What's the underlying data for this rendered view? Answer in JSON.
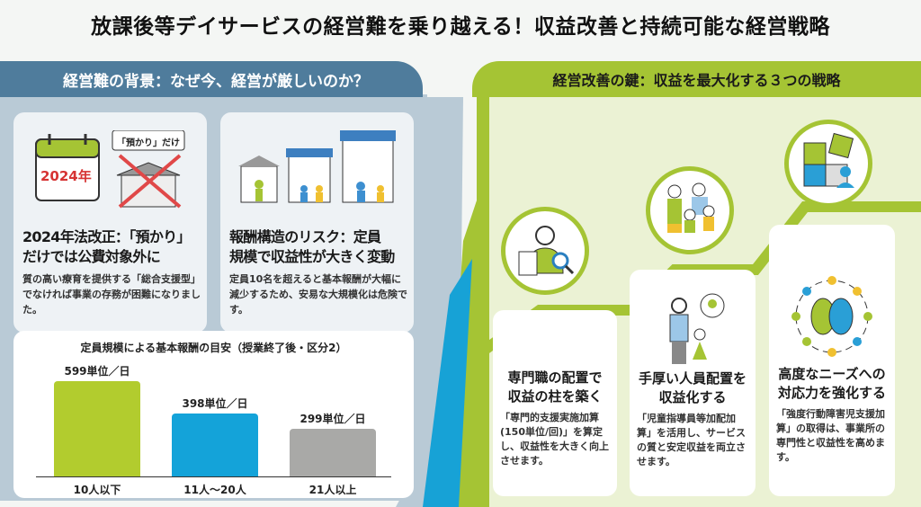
{
  "title": "放課後等デイサービスの経営難を乗り越える！収益改善と持続可能な経営戦略",
  "left": {
    "header": "経営難の背景：なぜ今、経営が厳しいのか？",
    "cards": [
      {
        "title1": "2024年法改正：「預かり」",
        "title2": "だけでは公費対象外に",
        "body": "質の高い療育を提供する「総合支援型」でなければ事業の存務が困難になりました。",
        "calendar_label": "2024年",
        "bubble": "「預かり」だけ"
      },
      {
        "title1": "報酬構造のリスク：定員",
        "title2": "規模で収益性が大きく変動",
        "body": "定員10名を超えると基本報酬が大幅に減少するため、安易な大規模化は危険です。"
      }
    ]
  },
  "chart_data": {
    "type": "bar",
    "title": "定員規模による基本報酬の目安（授業終了後・区分2）",
    "categories": [
      "10人以下",
      "11人〜20人",
      "21人以上"
    ],
    "values": [
      599,
      398,
      299
    ],
    "value_labels": [
      "599単位／日",
      "398単位／日",
      "299単位／日"
    ],
    "colors": [
      "#b2cc2e",
      "#14a3d9",
      "#a9a9a7"
    ],
    "ylim": [
      0,
      650
    ]
  },
  "right": {
    "header": "経営改善の鍵：収益を最大化する３つの戦略",
    "strategies": [
      {
        "title1": "専門職の配置で",
        "title2": "収益の柱を築く",
        "body": "「専門的支援実施加算(150単位/回)」を算定し、収益性を大きく向上させます。"
      },
      {
        "title1": "手厚い人員配置を",
        "title2": "収益化する",
        "body": "「児童指導員等加配加算」を活用し、サービスの質と安定収益を両立させます。"
      },
      {
        "title1": "高度なニーズへの",
        "title2": "対応力を強化する",
        "body": "「強度行動障害児支援加算」の取得は、事業所の専門性と収益性を高めます。"
      }
    ]
  }
}
